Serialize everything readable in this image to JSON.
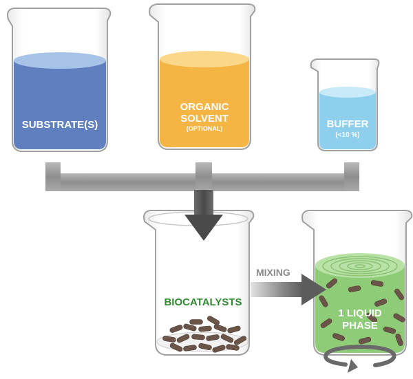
{
  "beakers": {
    "substrates": {
      "label": "SUBSTRATE(S)",
      "liquid_color": "#5f7fbf",
      "surface_color": "#a7c3e8"
    },
    "solvent": {
      "label_line1": "ORGANIC",
      "label_line2": "SOLVENT",
      "sublabel": "(OPTIONAL)",
      "liquid_color": "#f4b545",
      "surface_color": "#fbd789"
    },
    "buffer": {
      "label": "BUFFER",
      "sublabel": "(<10 %)",
      "liquid_color": "#8ecfee",
      "surface_color": "#c9eaf8"
    },
    "biocatalysts": {
      "label": "BIOCATALYSTS",
      "label_color": "#2f8a2f",
      "particle_color": "#6b5548"
    },
    "mixture": {
      "label_line1": "1 LIQUID",
      "label_line2": "PHASE",
      "liquid_color": "#8fcc78",
      "surface_color": "#b9e3a6"
    }
  },
  "mixing": {
    "label": "MIXING"
  },
  "colors": {
    "arrow": "#8c8c8c",
    "arrow_dark": "#5a5a5a",
    "beaker_outline": "#9a9a9a"
  }
}
